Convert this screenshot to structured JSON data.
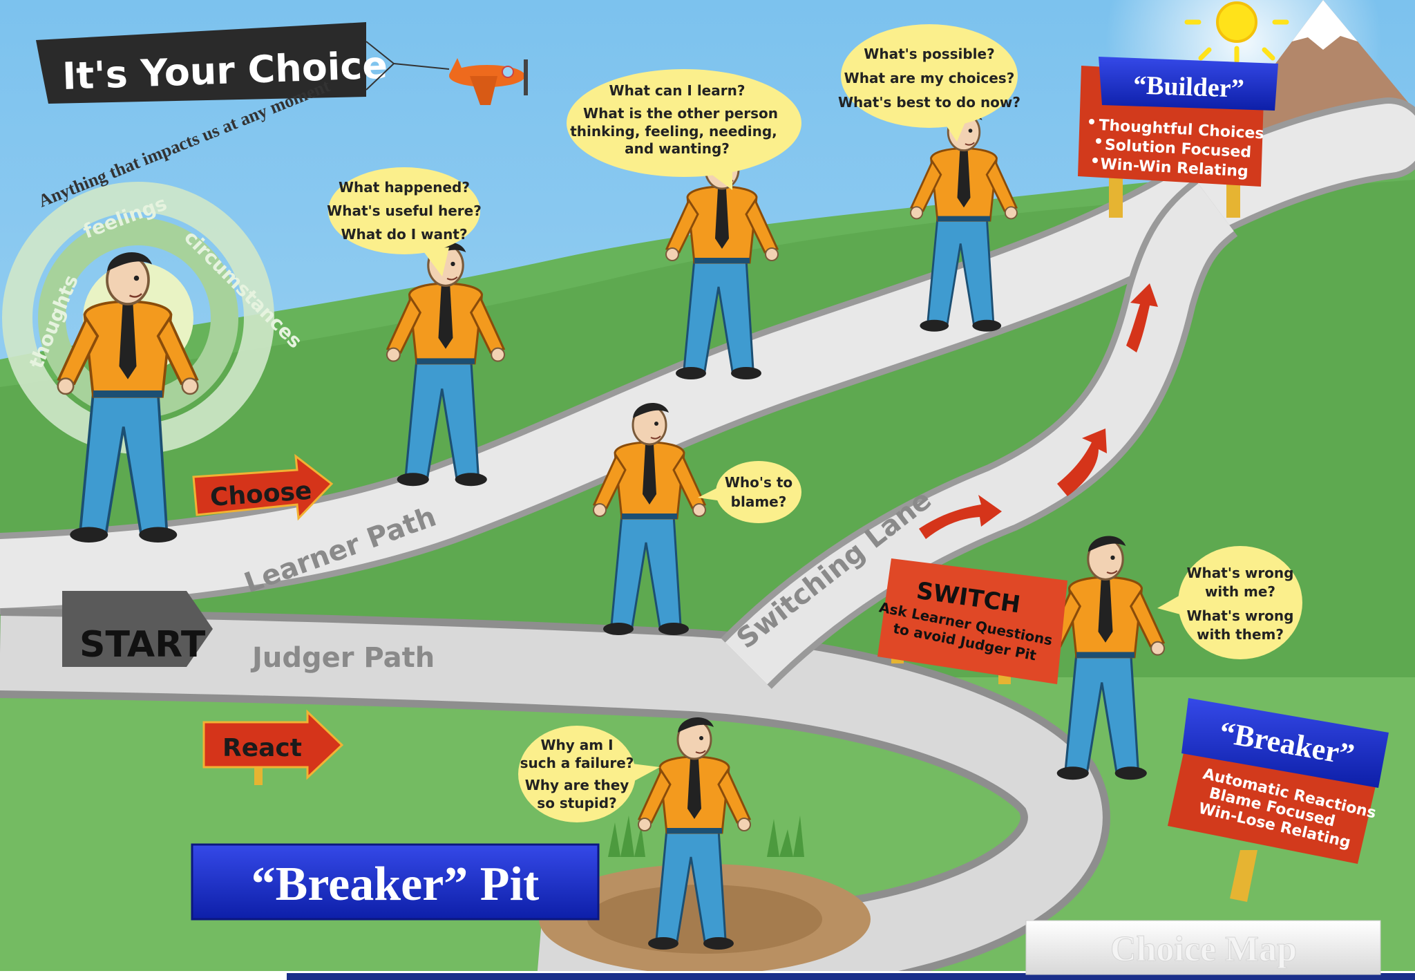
{
  "banner": {
    "title": "It's Your Choice"
  },
  "impacts": {
    "arc_text": "Anything that impacts us at any moment",
    "words": [
      "thoughts",
      "feelings",
      "circumstances"
    ]
  },
  "arrows": {
    "choose": "Choose",
    "react": "React",
    "start": "START"
  },
  "paths": {
    "learner": "Learner Path",
    "judger": "Judger Path",
    "switching": "Switching Lane"
  },
  "bubbles": {
    "b1": [
      "What happened?",
      "What's useful here?",
      "What do I want?"
    ],
    "b2": [
      "What can I learn?",
      "What is the other person",
      "thinking, feeling, needing,",
      "and wanting?"
    ],
    "b3": [
      "What's possible?",
      "What are my choices?",
      "What's best to do now?"
    ],
    "b4": [
      "Who's to",
      "blame?"
    ],
    "b5": [
      "What's wrong",
      "with me?",
      "What's wrong",
      "with them?"
    ],
    "b6": [
      "Why am I",
      "such a failure?",
      "Why are they",
      "so stupid?"
    ]
  },
  "builder_sign": {
    "title": "“Builder”",
    "items": [
      "Thoughtful Choices",
      "Solution Focused",
      "Win-Win Relating"
    ]
  },
  "switch_sign": {
    "title": "SWITCH",
    "lines": [
      "Ask Learner Questions",
      "to avoid Judger Pit"
    ]
  },
  "breaker_sign": {
    "title": "“Breaker”",
    "items": [
      "Automatic Reactions",
      "Blame Focused",
      "Win-Lose Relating"
    ]
  },
  "pit_label": "“Breaker” Pit",
  "footer": "Choice Map",
  "colors": {
    "sky": "#8ecaf0",
    "grass": "#5cae4f",
    "road": "#e6e6e6",
    "sign_red": "#d23a1c",
    "sign_blue": "#1830c8",
    "shirt": "#f39a1e",
    "pants": "#3f9bd0",
    "bubble": "#fbef8c"
  }
}
